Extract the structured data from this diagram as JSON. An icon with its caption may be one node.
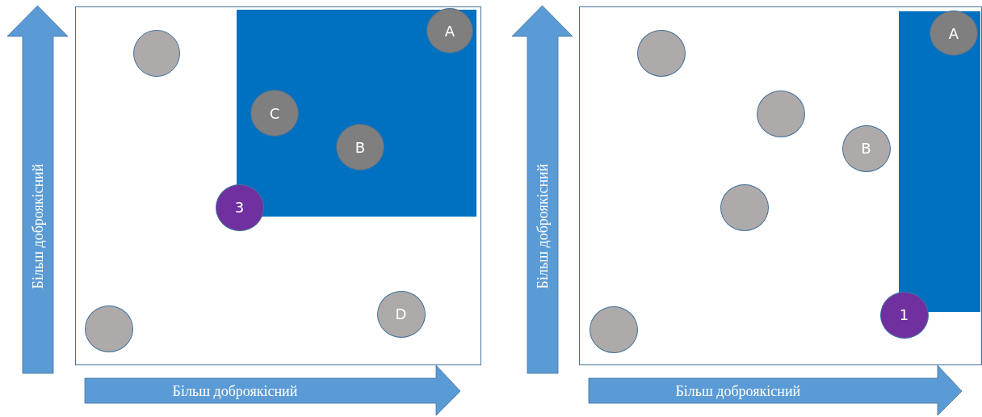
{
  "diagram": {
    "nodes": [
      {
        "text": [],
        "shape": "box"
      },
      {
        "text": [],
        "shape": "box",
        "in": 0
      },
      {
        "text": [],
        "shape": "circle",
        "in": 0
      },
      {
        "text": [
          "A"
        ],
        "in": 1
      },
      {
        "text": [
          "C"
        ],
        "in": 1
      },
      {
        "text": [
          "B"
        ],
        "in": 1
      },
      {
        "text": [
          "3"
        ],
        "in": 0
      },
      {
        "text": [],
        "shape": "circle",
        "in": 0
      },
      {
        "text": [
          "D"
        ],
        "in": 0
      },
      {
        "text": [
          "Більш доброякісний"
        ]
      },
      {
        "text": [
          "Більш доброякісний"
        ]
      },
      {
        "text": [],
        "shape": "box"
      },
      {
        "text": [],
        "shape": "box",
        "in": 11
      },
      {
        "text": [
          "A"
        ],
        "in": 12
      },
      {
        "text": [],
        "shape": "circle",
        "in": 11
      },
      {
        "text": [],
        "shape": "circle",
        "in": 11
      },
      {
        "text": [
          "B"
        ],
        "in": 11
      },
      {
        "text": [],
        "shape": "circle",
        "in": 11
      },
      {
        "text": [
          "1"
        ],
        "in": 11
      },
      {
        "text": [],
        "shape": "circle",
        "in": 11
      },
      {
        "text": [
          "Більш доброякісний"
        ]
      },
      {
        "text": [
          "Більш доброякісний"
        ]
      }
    ]
  }
}
